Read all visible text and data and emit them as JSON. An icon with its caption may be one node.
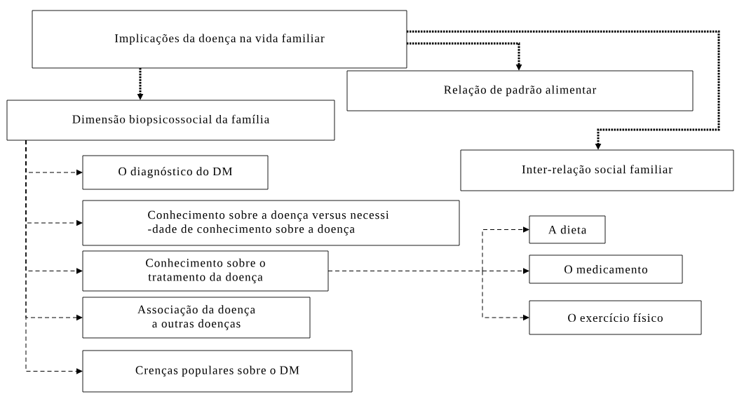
{
  "diagram": {
    "nodes": [
      {
        "text": [
          "Implicações da doença na vida familiar"
        ]
      },
      {
        "text": [
          "Relação de padrão alimentar"
        ]
      },
      {
        "text": [
          "Dimensão biopsicossocial da família"
        ]
      },
      {
        "text": [
          "Inter-relação social familiar"
        ]
      },
      {
        "text": [
          "O diagnóstico do DM"
        ]
      },
      {
        "text": [
          "Conhecimento sobre a doença versus necessi -dade de conhecimento sobre a doença"
        ]
      },
      {
        "text": [
          "Conhecimento sobre o tratamento da doença"
        ]
      },
      {
        "text": [
          "Associação da doença a outras doenças"
        ]
      },
      {
        "text": [
          "Crenças populares sobre o DM"
        ]
      },
      {
        "text": [
          "A dieta"
        ]
      },
      {
        "text": [
          "O medicamento"
        ]
      },
      {
        "text": [
          "O exercício físico"
        ]
      }
    ],
    "edges": [
      {
        "from": 0,
        "to": 1,
        "arrow": "to",
        "style": "dashed"
      },
      {
        "from": 0,
        "to": 3,
        "arrow": "to",
        "style": "dashed"
      },
      {
        "from": 0,
        "to": 2,
        "arrow": "to",
        "style": "dashed"
      },
      {
        "from": 2,
        "to": 4,
        "arrow": "to",
        "style": "dashed"
      },
      {
        "from": 2,
        "to": 5,
        "arrow": "to",
        "style": "dashed"
      },
      {
        "from": 2,
        "to": 6,
        "arrow": "to",
        "style": "dashed"
      },
      {
        "from": 2,
        "to": 7,
        "arrow": "to",
        "style": "dashed"
      },
      {
        "from": 2,
        "to": 8,
        "arrow": "to",
        "style": "dashed"
      },
      {
        "from": 6,
        "to": 9,
        "arrow": "to",
        "style": "dashed"
      },
      {
        "from": 6,
        "to": 10,
        "arrow": "to",
        "style": "dashed"
      },
      {
        "from": 6,
        "to": 11,
        "arrow": "to",
        "style": "dashed"
      }
    ]
  }
}
